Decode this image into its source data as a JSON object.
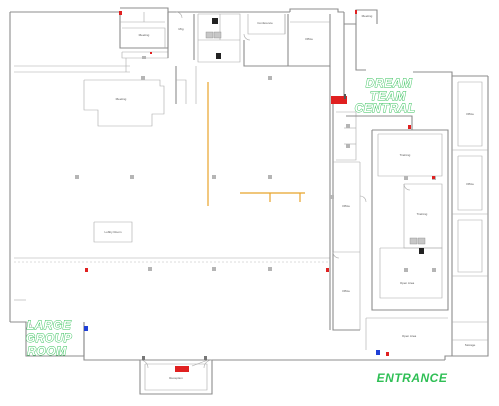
{
  "labels": {
    "dream_team": [
      "DREAM",
      "TEAM",
      "CENTRAL"
    ],
    "large_group": [
      "LARGE",
      "GROUP",
      "ROOM"
    ],
    "entrance": "ENTRANCE"
  },
  "rooms": {
    "r1": "Meeting",
    "r2": "Conference",
    "r3": "Mtg",
    "r4": "Office",
    "r5": "Meeting",
    "r6": "Meeting",
    "r7": "Lobby Room",
    "r8": "Training",
    "r9": "Training",
    "r10": "Office",
    "r11": "Office",
    "r12": "Open Area",
    "r13": "Open Area",
    "r14": "Office",
    "r15": "Office",
    "r16": "Storage",
    "r17": "Reception"
  },
  "colors": {
    "green_label": "#2fbf55",
    "wall": "#8c8c8c",
    "corridor_marking": "#e8a32a",
    "alarm": "#e02020",
    "extinguisher": "#1f3fd6"
  }
}
